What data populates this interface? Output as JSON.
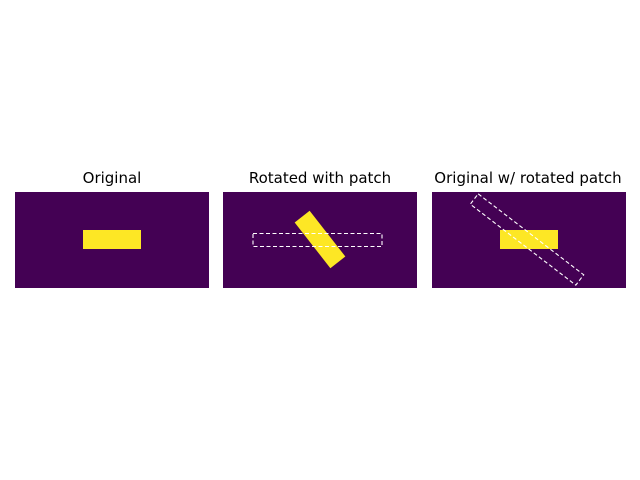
{
  "colors": {
    "background": "#ffffff",
    "image_background": "#440154",
    "rectangle_fill": "#fde725",
    "patch_outline": "#ffffff"
  },
  "panels": [
    {
      "title": "Original",
      "rectangle": "axis-aligned",
      "patch": "none"
    },
    {
      "title": "Rotated with patch",
      "rectangle": "rotated",
      "patch": "dashed axis-aligned outline"
    },
    {
      "title": "Original w/ rotated patch",
      "rectangle": "axis-aligned",
      "patch": "dashed rotated outline"
    }
  ]
}
